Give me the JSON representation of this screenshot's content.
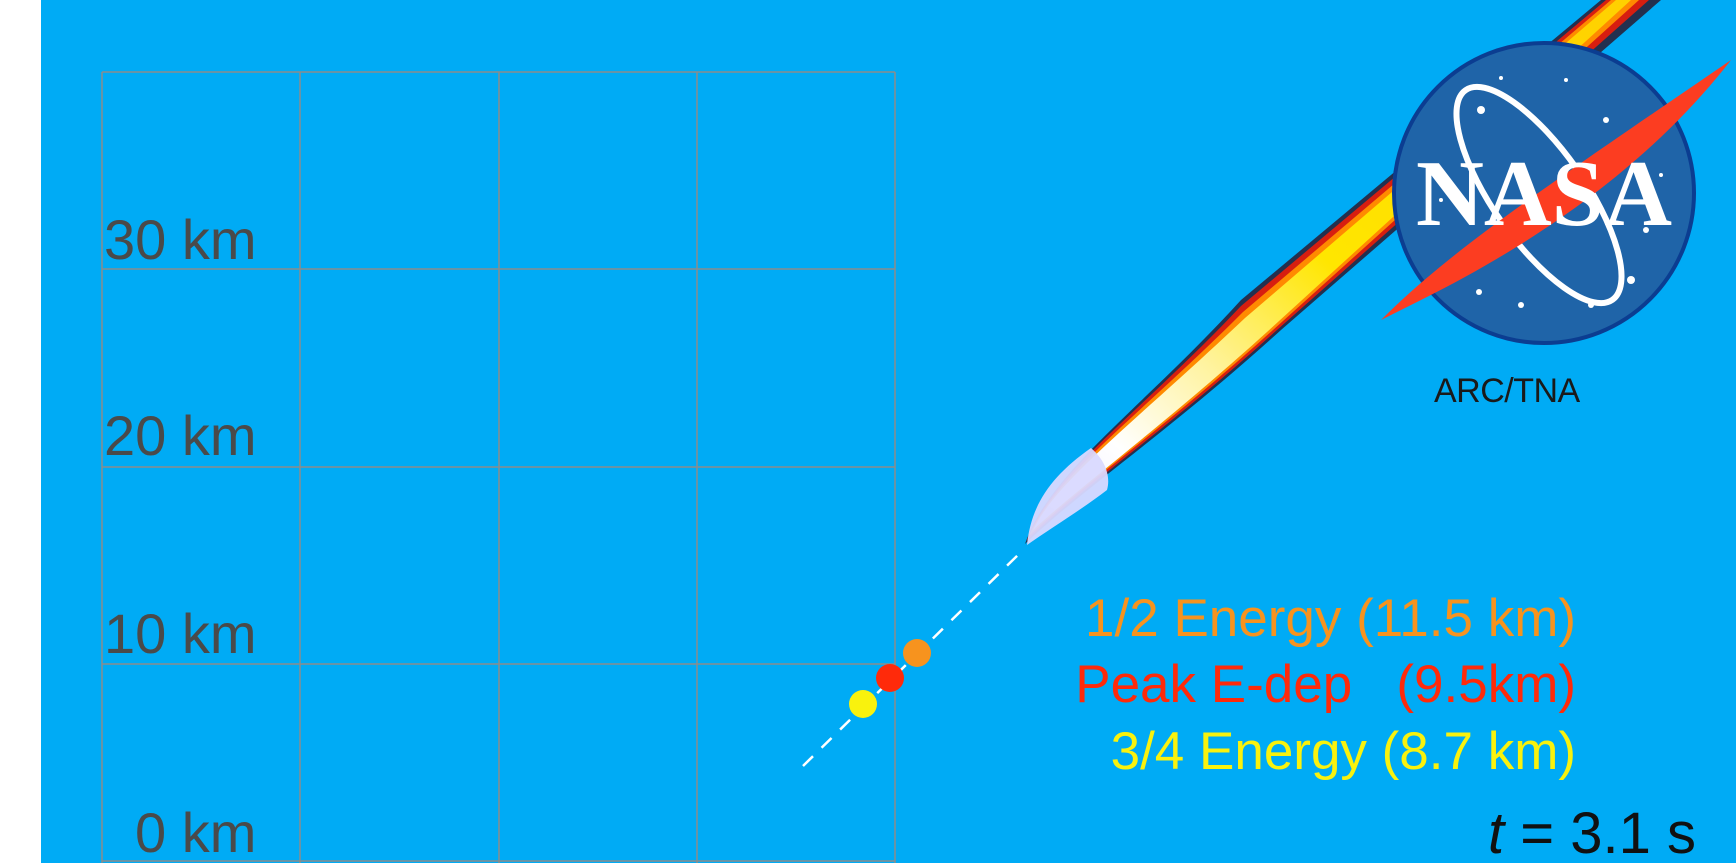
{
  "axis": {
    "labels": [
      "30 km",
      "20 km",
      "10 km",
      "0 km"
    ]
  },
  "logo": {
    "text": "NASA",
    "caption": "ARC/TNA"
  },
  "legend": {
    "half_energy": "1/2 Energy (11.5 km)",
    "peak_edep": "Peak E-dep   (9.5km)",
    "three_quarter_energy": "3/4 Energy (8.7 km)"
  },
  "time": {
    "symbol": "t",
    "equals": " = ",
    "value": "3.1 s"
  },
  "colors": {
    "background": "#00abf5",
    "grid": "#8c8c8c",
    "half_energy": "#f7931e",
    "peak_edep": "#ff2a0a",
    "three_quarter_energy": "#f9f20d",
    "nasa_blue": "#0b3d91",
    "nasa_red": "#fc3d21"
  },
  "markers": [
    {
      "name": "half-energy-marker",
      "altitude_km": 11.5,
      "color": "#f7931e"
    },
    {
      "name": "peak-edep-marker",
      "altitude_km": 9.5,
      "color": "#ff2a0a"
    },
    {
      "name": "three-quarter-energy-marker",
      "altitude_km": 8.7,
      "color": "#f9f20d"
    }
  ]
}
